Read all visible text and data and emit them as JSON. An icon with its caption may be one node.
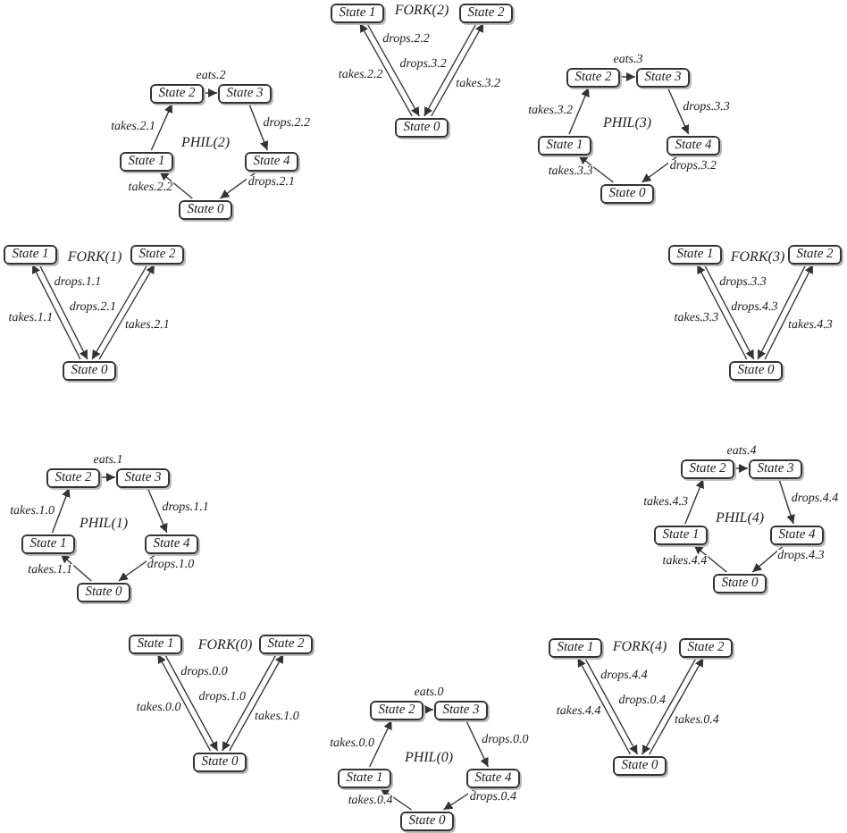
{
  "diagram": {
    "nodes": [
      {
        "text": [
          "State 1"
        ]
      },
      {
        "text": [
          "State 2"
        ]
      },
      {
        "text": [
          "State 0"
        ]
      },
      {
        "text": [
          "State 2"
        ]
      },
      {
        "text": [
          "State 3"
        ]
      },
      {
        "text": [
          "State 1"
        ]
      },
      {
        "text": [
          "State 4"
        ]
      },
      {
        "text": [
          "State 0"
        ]
      },
      {
        "text": [
          "State 2"
        ]
      },
      {
        "text": [
          "State 3"
        ]
      },
      {
        "text": [
          "State 1"
        ]
      },
      {
        "text": [
          "State 4"
        ]
      },
      {
        "text": [
          "State 0"
        ]
      },
      {
        "text": [
          "State 1"
        ]
      },
      {
        "text": [
          "State 2"
        ]
      },
      {
        "text": [
          "State 0"
        ]
      },
      {
        "text": [
          "State 1"
        ]
      },
      {
        "text": [
          "State 2"
        ]
      },
      {
        "text": [
          "State 0"
        ]
      },
      {
        "text": [
          "State 2"
        ]
      },
      {
        "text": [
          "State 3"
        ]
      },
      {
        "text": [
          "State 1"
        ]
      },
      {
        "text": [
          "State 4"
        ]
      },
      {
        "text": [
          "State 0"
        ]
      },
      {
        "text": [
          "State 2"
        ]
      },
      {
        "text": [
          "State 3"
        ]
      },
      {
        "text": [
          "State 1"
        ]
      },
      {
        "text": [
          "State 4"
        ]
      },
      {
        "text": [
          "State 0"
        ]
      },
      {
        "text": [
          "State 1"
        ]
      },
      {
        "text": [
          "State 2"
        ]
      },
      {
        "text": [
          "State 0"
        ]
      },
      {
        "text": [
          "State 1"
        ]
      },
      {
        "text": [
          "State 2"
        ]
      },
      {
        "text": [
          "State 0"
        ]
      },
      {
        "text": [
          "State 2"
        ]
      },
      {
        "text": [
          "State 3"
        ]
      },
      {
        "text": [
          "State 1"
        ]
      },
      {
        "text": [
          "State 4"
        ]
      },
      {
        "text": [
          "State 0"
        ]
      }
    ],
    "edges": [
      {
        "from": 2,
        "to": 0,
        "arrow": "to",
        "label": "takes.2.2"
      },
      {
        "from": 0,
        "to": 2,
        "arrow": "to",
        "label": "drops.2.2"
      },
      {
        "from": 1,
        "to": 2,
        "arrow": "to",
        "label": "drops.3.2"
      },
      {
        "from": 2,
        "to": 1,
        "arrow": "to",
        "label": "takes.3.2"
      },
      {
        "from": 7,
        "to": 5,
        "arrow": "to",
        "label": "takes.2.2"
      },
      {
        "from": 5,
        "to": 3,
        "arrow": "to",
        "label": "takes.2.1"
      },
      {
        "from": 3,
        "to": 4,
        "arrow": "to",
        "label": "eats.2"
      },
      {
        "from": 4,
        "to": 6,
        "arrow": "to",
        "label": "drops.2.2"
      },
      {
        "from": 6,
        "to": 7,
        "arrow": "to",
        "label": "drops.2.1"
      },
      {
        "from": 12,
        "to": 10,
        "arrow": "to",
        "label": "takes.3.3"
      },
      {
        "from": 10,
        "to": 8,
        "arrow": "to",
        "label": "takes.3.2"
      },
      {
        "from": 8,
        "to": 9,
        "arrow": "to",
        "label": "eats.3"
      },
      {
        "from": 9,
        "to": 11,
        "arrow": "to",
        "label": "drops.3.3"
      },
      {
        "from": 11,
        "to": 12,
        "arrow": "to",
        "label": "drops.3.2"
      },
      {
        "from": 15,
        "to": 13,
        "arrow": "to",
        "label": "takes.1.1"
      },
      {
        "from": 13,
        "to": 15,
        "arrow": "to",
        "label": "drops.1.1"
      },
      {
        "from": 14,
        "to": 15,
        "arrow": "to",
        "label": "drops.2.1"
      },
      {
        "from": 15,
        "to": 14,
        "arrow": "to",
        "label": "takes.2.1"
      },
      {
        "from": 18,
        "to": 16,
        "arrow": "to",
        "label": "takes.3.3"
      },
      {
        "from": 16,
        "to": 18,
        "arrow": "to",
        "label": "drops.3.3"
      },
      {
        "from": 17,
        "to": 18,
        "arrow": "to",
        "label": "drops.4.3"
      },
      {
        "from": 18,
        "to": 17,
        "arrow": "to",
        "label": "takes.4.3"
      },
      {
        "from": 23,
        "to": 21,
        "arrow": "to",
        "label": "takes.1.1"
      },
      {
        "from": 21,
        "to": 19,
        "arrow": "to",
        "label": "takes.1.0"
      },
      {
        "from": 19,
        "to": 20,
        "arrow": "to",
        "label": "eats.1"
      },
      {
        "from": 20,
        "to": 22,
        "arrow": "to",
        "label": "drops.1.1"
      },
      {
        "from": 22,
        "to": 23,
        "arrow": "to",
        "label": "drops.1.0"
      },
      {
        "from": 28,
        "to": 26,
        "arrow": "to",
        "label": "takes.4.4"
      },
      {
        "from": 26,
        "to": 24,
        "arrow": "to",
        "label": "takes.4.3"
      },
      {
        "from": 24,
        "to": 25,
        "arrow": "to",
        "label": "eats.4"
      },
      {
        "from": 25,
        "to": 27,
        "arrow": "to",
        "label": "drops.4.4"
      },
      {
        "from": 27,
        "to": 28,
        "arrow": "to",
        "label": "drops.4.3"
      },
      {
        "from": 31,
        "to": 29,
        "arrow": "to",
        "label": "takes.0.0"
      },
      {
        "from": 29,
        "to": 31,
        "arrow": "to",
        "label": "drops.0.0"
      },
      {
        "from": 30,
        "to": 31,
        "arrow": "to",
        "label": "drops.1.0"
      },
      {
        "from": 31,
        "to": 30,
        "arrow": "to",
        "label": "takes.1.0"
      },
      {
        "from": 34,
        "to": 32,
        "arrow": "to",
        "label": "takes.4.4"
      },
      {
        "from": 32,
        "to": 34,
        "arrow": "to",
        "label": "drops.4.4"
      },
      {
        "from": 33,
        "to": 34,
        "arrow": "to",
        "label": "drops.0.4"
      },
      {
        "from": 34,
        "to": 33,
        "arrow": "to",
        "label": "takes.0.4"
      },
      {
        "from": 39,
        "to": 37,
        "arrow": "to",
        "label": "takes.0.4"
      },
      {
        "from": 37,
        "to": 35,
        "arrow": "to",
        "label": "takes.0.0"
      },
      {
        "from": 35,
        "to": 36,
        "arrow": "to",
        "label": "eats.0"
      },
      {
        "from": 36,
        "to": 38,
        "arrow": "to",
        "label": "drops.0.0"
      },
      {
        "from": 38,
        "to": 39,
        "arrow": "to",
        "label": "drops.0.4"
      }
    ],
    "labels": [
      "FORK(2)",
      "PHIL(2)",
      "PHIL(3)",
      "FORK(1)",
      "FORK(3)",
      "PHIL(1)",
      "PHIL(4)",
      "FORK(0)",
      "FORK(4)",
      "PHIL(0)"
    ]
  }
}
